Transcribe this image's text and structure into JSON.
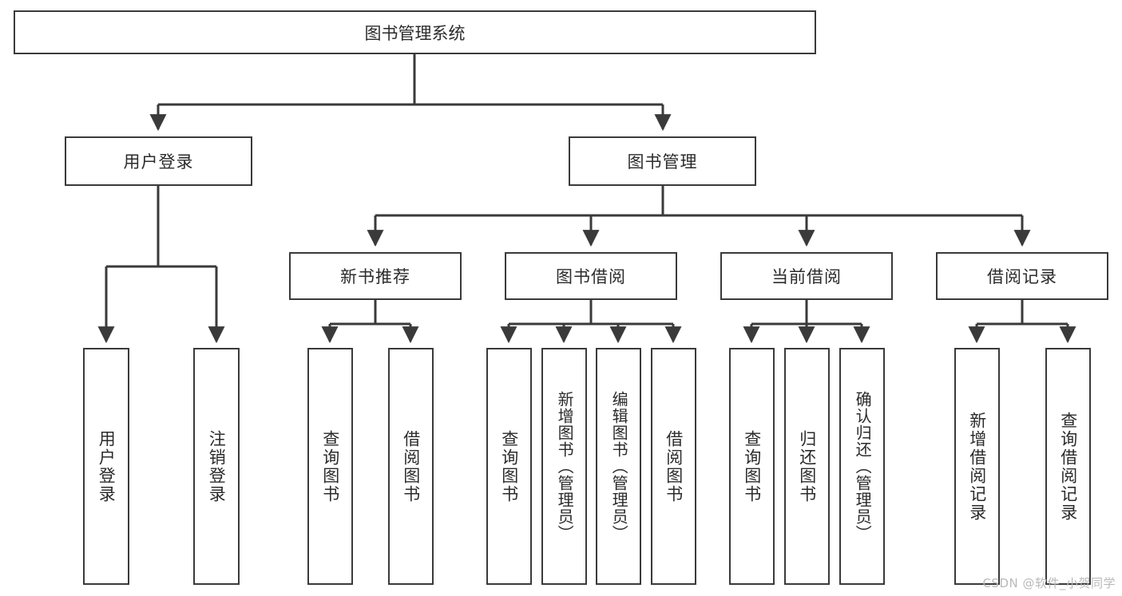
{
  "diagram": {
    "title": "图书管理系统",
    "type": "hierarchy-tree",
    "root": {
      "label": "图书管理系统"
    },
    "level2": [
      {
        "label": "用户登录"
      },
      {
        "label": "图书管理"
      }
    ],
    "level3": [
      {
        "label": "新书推荐"
      },
      {
        "label": "图书借阅"
      },
      {
        "label": "当前借阅"
      },
      {
        "label": "借阅记录"
      }
    ],
    "leaves": {
      "user_login": [
        {
          "label": "用户登录"
        },
        {
          "label": "注销登录"
        }
      ],
      "new_book": [
        {
          "label": "查询图书"
        },
        {
          "label": "借阅图书"
        }
      ],
      "book_borrow": [
        {
          "label": "查询图书"
        },
        {
          "label": "新增图书（管理员）"
        },
        {
          "label": "编辑图书（管理员）"
        },
        {
          "label": "借阅图书"
        }
      ],
      "current_borrow": [
        {
          "label": "查询图书"
        },
        {
          "label": "归还图书"
        },
        {
          "label": "确认归还（管理员）"
        }
      ],
      "borrow_record": [
        {
          "label": "新增借阅记录"
        },
        {
          "label": "查询借阅记录"
        }
      ]
    }
  },
  "watermark": {
    "text": "CSDN @软件_小贺同学"
  },
  "colors": {
    "stroke": "#3a3a3a",
    "text": "#2b2b2b",
    "background": "#ffffff",
    "watermark": "#b9b9b9"
  }
}
